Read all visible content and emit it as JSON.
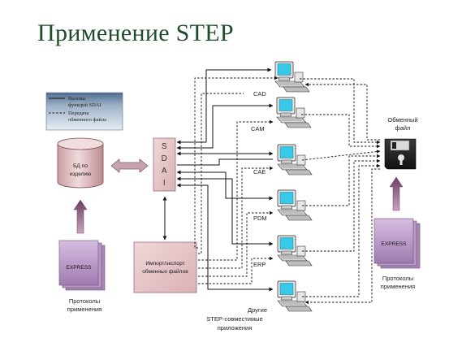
{
  "title": "Применение STEP",
  "legend": {
    "calls": "Вызовы",
    "calls2": "функций SDAI",
    "transfer": "Передача",
    "transfer2": "обменного файла"
  },
  "database": {
    "line1": "БД по",
    "line2": "изделию"
  },
  "sdai": [
    "S",
    "D",
    "A",
    "I"
  ],
  "import_export": {
    "line1": "Импорт/экспорт",
    "line2": "обменных файлов"
  },
  "apps": [
    "CAD",
    "CAM",
    "CAE",
    "PDM",
    "ERP"
  ],
  "other_apps": {
    "line1": "Другие",
    "line2": "STEP-совместимые",
    "line3": "приложения"
  },
  "exchange_file": {
    "line1": "Обменный",
    "line2": "файл"
  },
  "express_left": {
    "label": "EXPRESS",
    "caption1": "Протоколы",
    "caption2": "применения"
  },
  "express_right": {
    "label": "EXPRESS",
    "caption1": "Протоколы",
    "caption2": "применения"
  },
  "colors": {
    "title": "#1e4d2b",
    "box_pink": "#e7c6c9",
    "arrow_mauve": "#8a5a70",
    "express_lavender": "#c6a6d2",
    "monitor_cyan": "#38c8e8"
  }
}
